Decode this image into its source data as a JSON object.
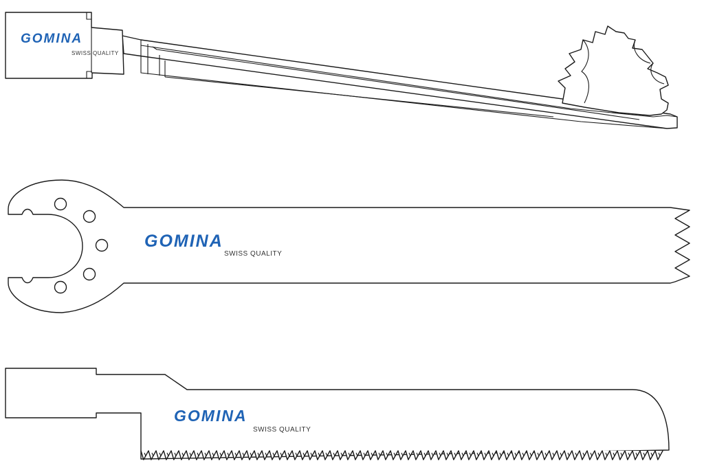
{
  "colors": {
    "brand": "#1f63b5",
    "outline": "#1a1a1a",
    "background": "#ffffff"
  },
  "blades": [
    {
      "type": "reciprocating-spindle-blade",
      "brand": "GOMINA",
      "tagline": "SWISS QUALITY"
    },
    {
      "type": "oscillating-sagittal-blade",
      "brand": "GOMINA",
      "tagline": "SWISS QUALITY"
    },
    {
      "type": "reciprocating-jig-blade",
      "brand": "GOMINA",
      "tagline": "SWISS QUALITY"
    }
  ]
}
